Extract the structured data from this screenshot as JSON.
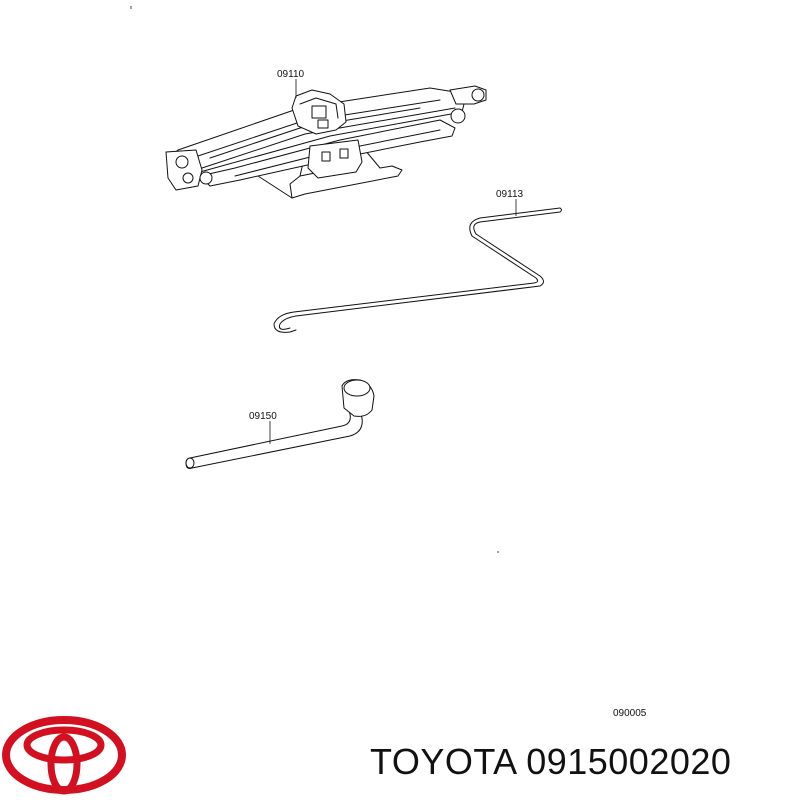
{
  "diagram": {
    "parts": [
      {
        "label": "09110"
      },
      {
        "label": "09113"
      },
      {
        "label": "09150"
      }
    ],
    "illustration_code": "090005"
  },
  "brand": {
    "logo_icon": "toyota-logo-icon",
    "logo_color": "#d3101f"
  },
  "footer": {
    "text": "TOYOTA 0915002020"
  }
}
